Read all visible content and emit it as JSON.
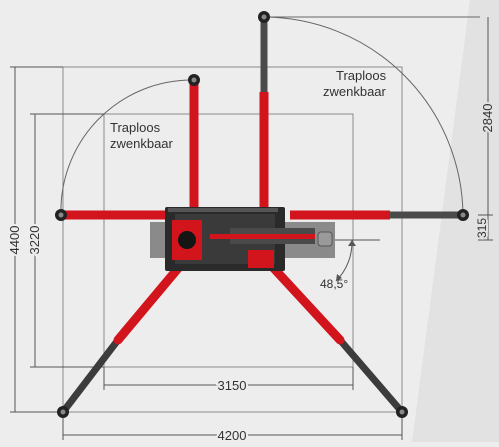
{
  "labels": {
    "swivel_right_line1": "Traploos",
    "swivel_right_line2": "zwenkbaar",
    "swivel_left_line1": "Traploos",
    "swivel_left_line2": "zwenkbaar",
    "angle": "48,5°"
  },
  "dimensions": {
    "outer_height": "4400",
    "inner_height": "3220",
    "inner_width": "3150",
    "outer_width": "4200",
    "upper_right_height": "2840",
    "lower_right_height": "315"
  },
  "colors": {
    "background": "#ededed",
    "arm_red": "#d2141c",
    "arm_dark": "#3c3c3c",
    "body_grey": "#8a8a8a",
    "dimension_line": "#555555"
  }
}
